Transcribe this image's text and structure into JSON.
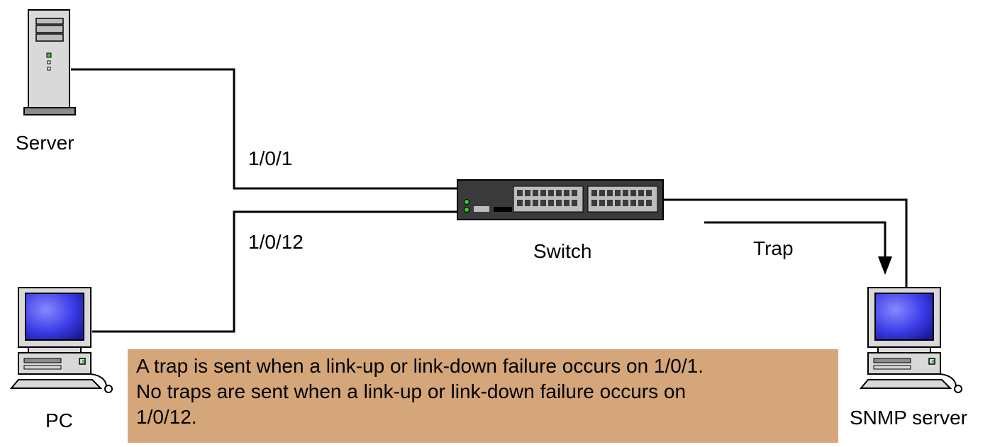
{
  "nodes": {
    "server": {
      "label": "Server"
    },
    "pc": {
      "label": "PC"
    },
    "switch": {
      "label": "Switch"
    },
    "snmp_server": {
      "label": "SNMP server"
    }
  },
  "ports": {
    "port_server": "1/0/1",
    "port_pc": "1/0/12"
  },
  "trap_label": "Trap",
  "note": {
    "lines": [
      "A trap is sent when a link-up or link-down failure occurs on 1/0/1.",
      "No traps are sent when a link-up or link-down failure occurs on",
      "1/0/12."
    ]
  },
  "colors": {
    "note_background": "#d4a679",
    "screen_blue": "#4545ee",
    "device_gray": "#d8d8d8",
    "switch_body": "#3a3a3a"
  }
}
